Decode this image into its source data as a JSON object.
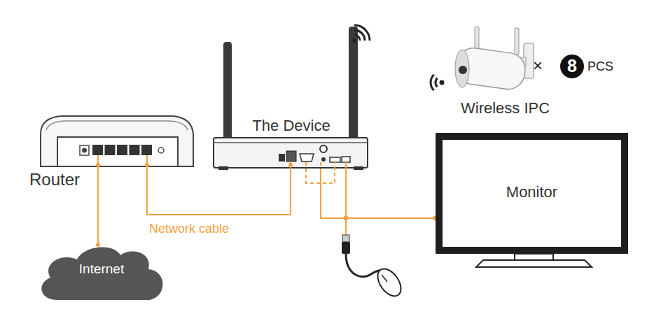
{
  "diagram": {
    "nodes": [
      {
        "text": [
          "Router"
        ]
      },
      {
        "text": [
          "The Device"
        ]
      },
      {
        "text": [
          "Wireless IPC"
        ]
      },
      {
        "text": [
          "Monitor"
        ]
      },
      {
        "text": [
          "Internet"
        ]
      }
    ],
    "edges": [
      {
        "from": 4,
        "to": 0,
        "arrow": "none"
      },
      {
        "from": 0,
        "to": 1,
        "label": "Network cable",
        "arrow": "none"
      },
      {
        "from": 1,
        "to": 3,
        "arrow": "none"
      }
    ],
    "labels": [
      "×",
      "8",
      "PCS"
    ]
  }
}
